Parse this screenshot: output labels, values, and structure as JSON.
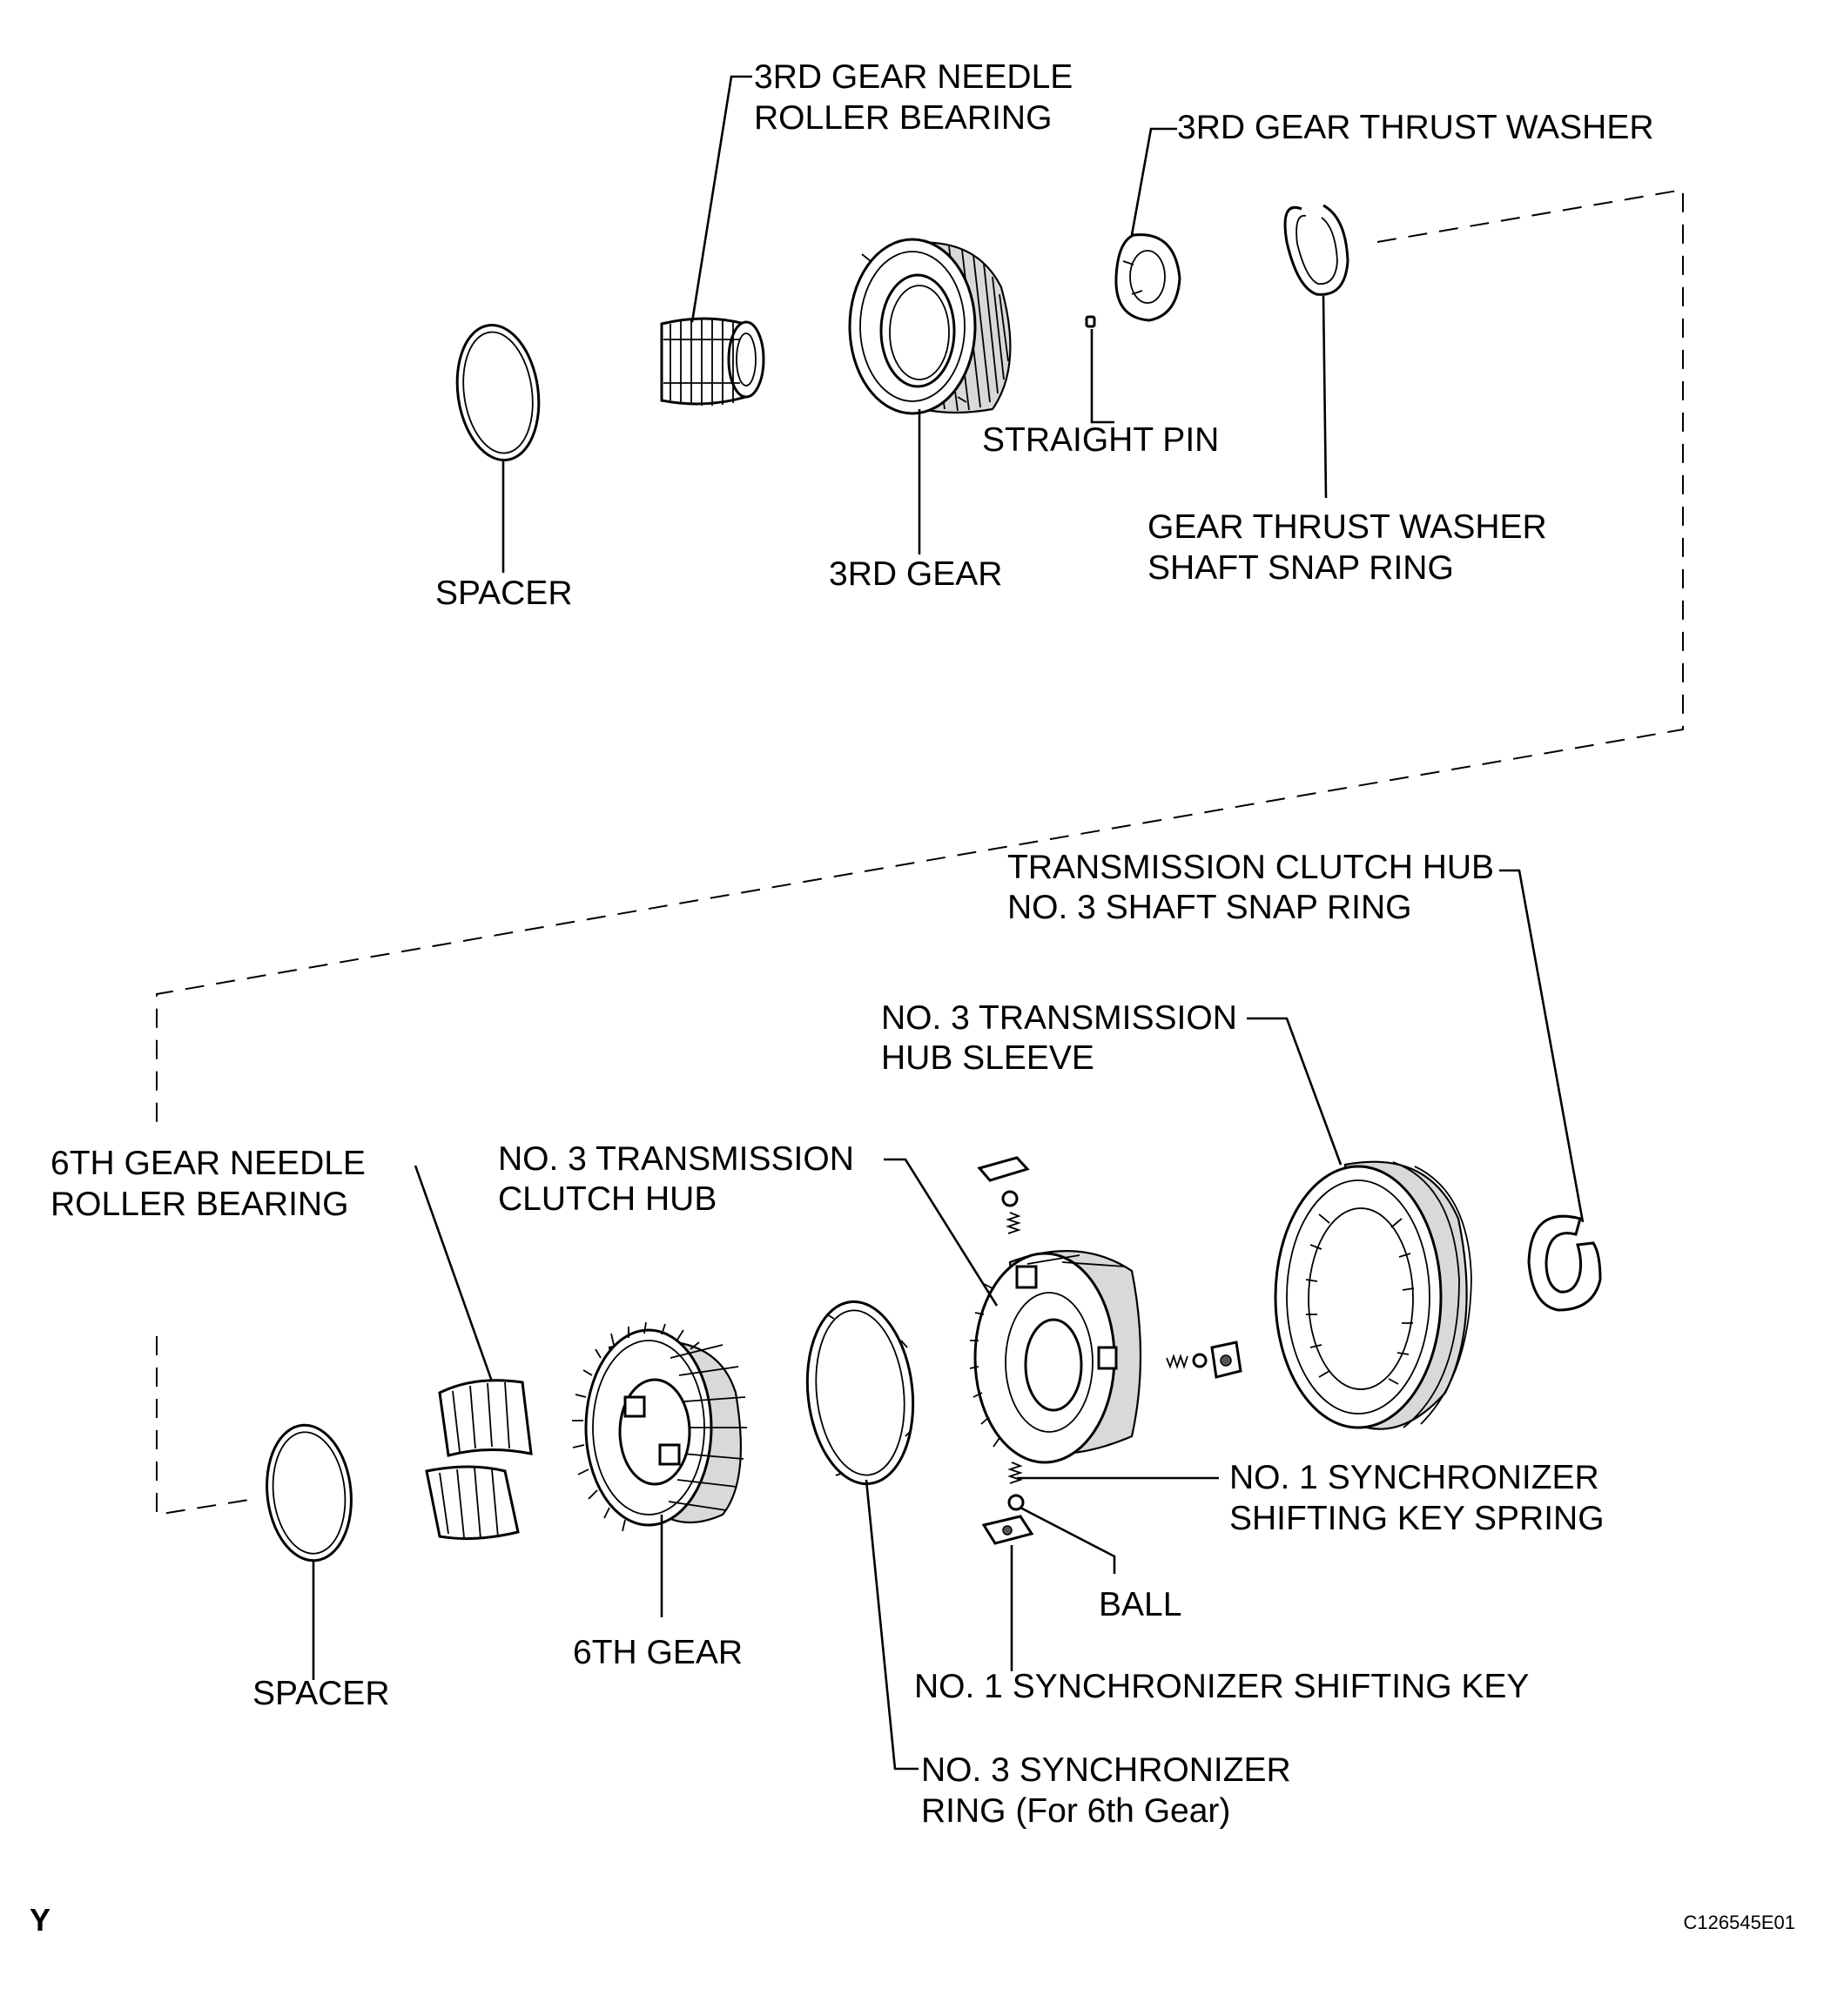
{
  "diagram": {
    "labels": {
      "needle_bearing_3rd_line1": "3RD GEAR NEEDLE",
      "needle_bearing_3rd_line2": "ROLLER BEARING",
      "thrust_washer_3rd": "3RD GEAR THRUST WASHER",
      "straight_pin": "STRAIGHT PIN",
      "snap_ring_line1": "GEAR THRUST WASHER",
      "snap_ring_line2": "SHAFT SNAP RING",
      "spacer_top": "SPACER",
      "gear_3rd": "3RD GEAR",
      "hub_snap_ring_line1": "TRANSMISSION CLUTCH HUB",
      "hub_snap_ring_line2": "NO. 3 SHAFT SNAP RING",
      "hub_sleeve_line1": "NO. 3 TRANSMISSION",
      "hub_sleeve_line2": "HUB SLEEVE",
      "needle_bearing_6th_line1": "6TH GEAR NEEDLE",
      "needle_bearing_6th_line2": "ROLLER BEARING",
      "clutch_hub_line1": "NO. 3 TRANSMISSION",
      "clutch_hub_line2": "CLUTCH HUB",
      "key_spring_line1": "NO. 1 SYNCHRONIZER",
      "key_spring_line2": "SHIFTING KEY SPRING",
      "ball": "BALL",
      "spacer_bottom": "SPACER",
      "gear_6th": "6TH GEAR",
      "shifting_key": "NO. 1 SYNCHRONIZER SHIFTING KEY",
      "sync_ring_line1": "NO. 3 SYNCHRONIZER",
      "sync_ring_line2": "RING (For 6th Gear)"
    },
    "corner_mark": "Y",
    "figure_code": "C126545E01"
  }
}
